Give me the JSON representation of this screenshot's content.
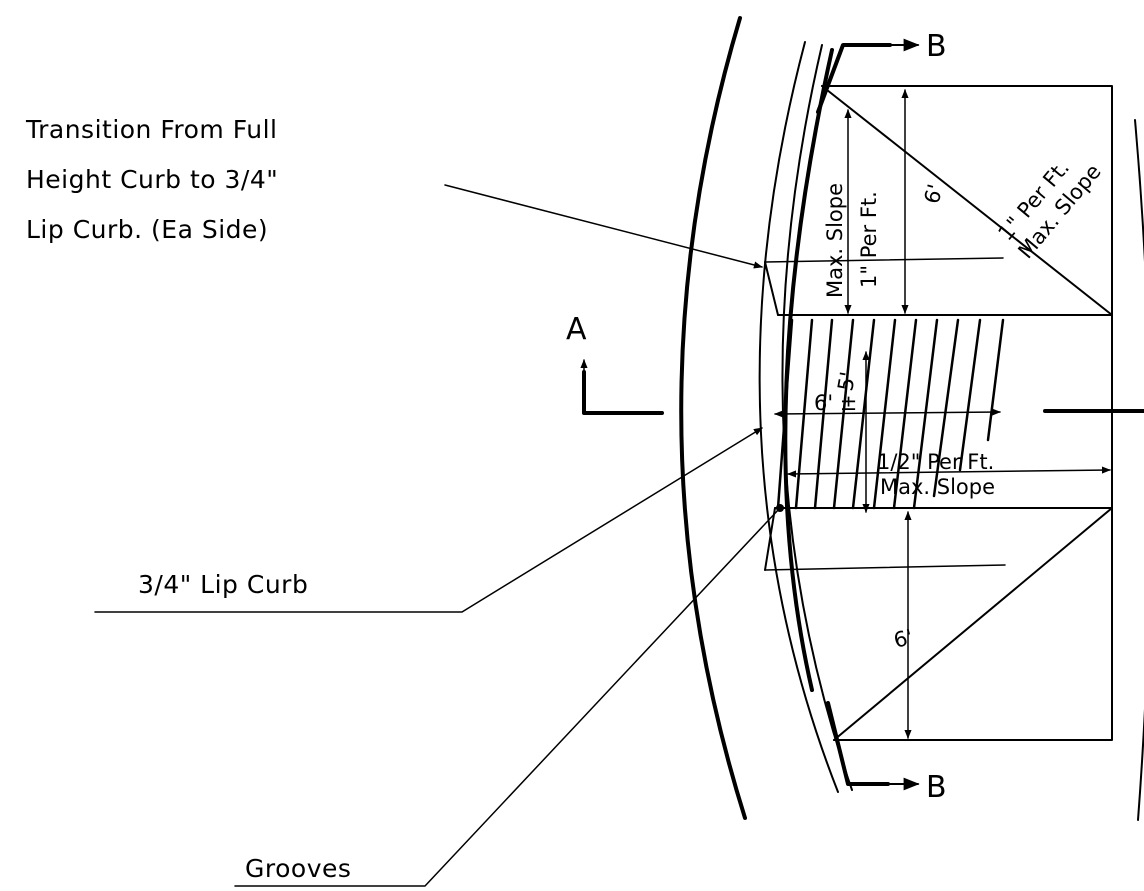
{
  "callouts": {
    "transition_line1": "Transition From Full",
    "transition_line2": "Height Curb to 3/4\"",
    "transition_line3": "Lip Curb. (Ea Side)",
    "lip_curb": "3/4\" Lip Curb",
    "grooves": "Grooves"
  },
  "section_marks": {
    "a": "A",
    "b_top": "B",
    "b_bottom": "B"
  },
  "dimensions": {
    "top_flare_length": "6'",
    "bottom_flare_length": "6'",
    "ramp_width": "5'",
    "ramp_length": "6' ±"
  },
  "slopes": {
    "top_side_line1": "Max. Slope",
    "top_side_line2": "1\" Per Ft.",
    "diagonal_line1": "1\" Per Ft.",
    "diagonal_line2": "Max. Slope",
    "ramp_line1": "1/2\" Per Ft.",
    "ramp_line2": "Max. Slope"
  }
}
